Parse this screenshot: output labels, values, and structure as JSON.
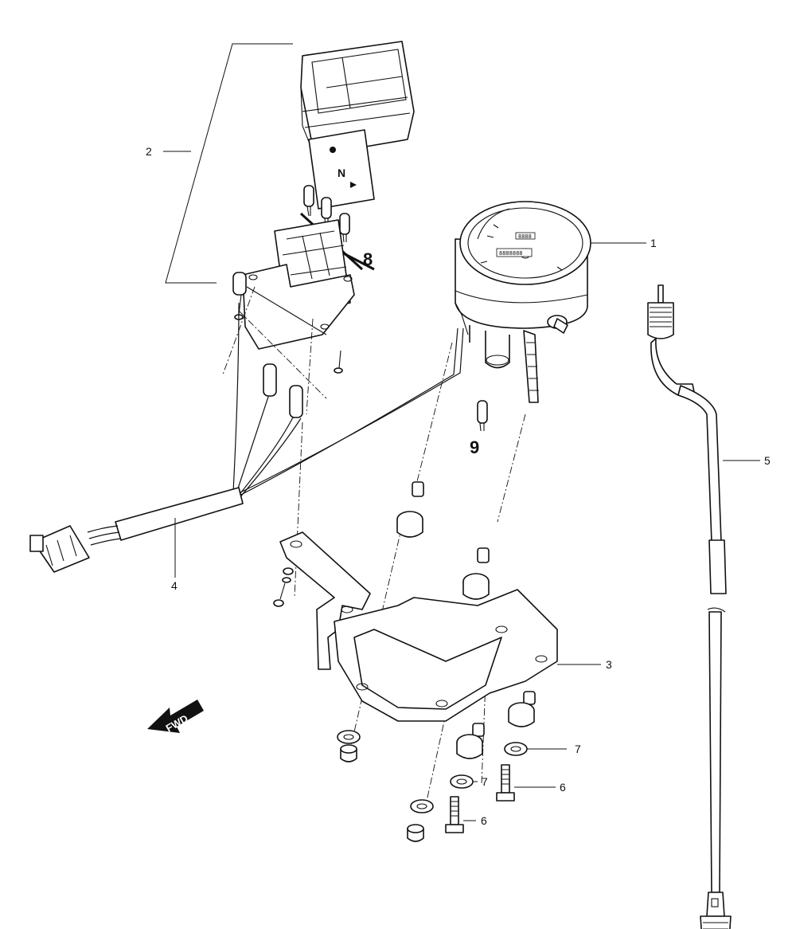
{
  "callouts": {
    "c1": "1",
    "c2": "2",
    "c3": "3",
    "c4": "4",
    "c5": "5",
    "c6a": "6",
    "c6b": "6",
    "c7a": "7",
    "c7b": "7",
    "c8": "8",
    "c9": "9"
  },
  "fwd_label": "FWD",
  "indicator_panel": {
    "neutral_symbol": "N"
  },
  "colors": {
    "line": "#111111",
    "background": "#ffffff"
  }
}
